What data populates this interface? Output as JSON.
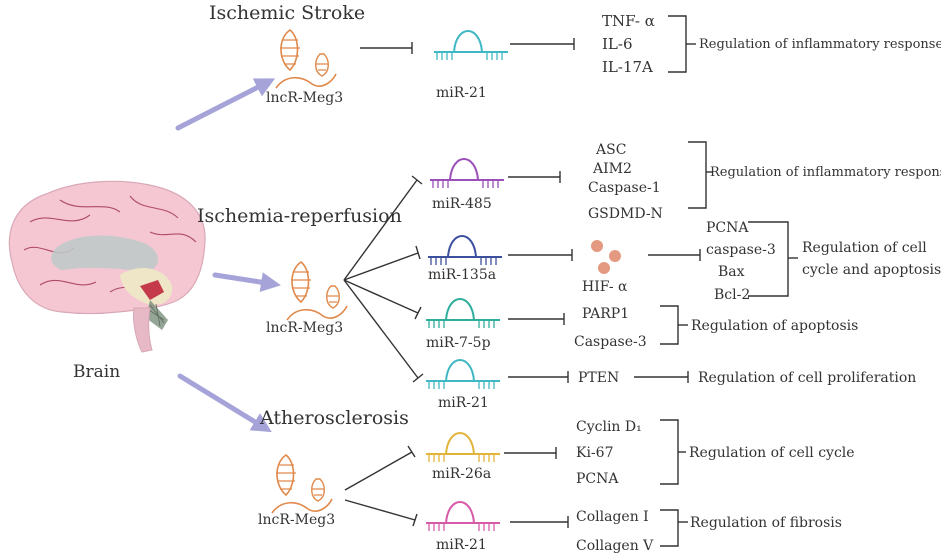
{
  "sections": {
    "stroke": "Ischemic Stroke",
    "ir": "Ischemia-reperfusion",
    "ath": "Atherosclerosis"
  },
  "brain_label": "Brain",
  "lnc": {
    "stroke": "lncR-Meg3",
    "ir": "lncR-Meg3",
    "ath": "lncR-Meg3"
  },
  "mirna": {
    "stroke": "miR-21",
    "ir_485": "miR-485",
    "ir_135a": "miR-135a",
    "ir_7_5p": "miR-7-5p",
    "ir_21": "miR-21",
    "ath_26a": "miR-26a",
    "ath_21": "miR-21"
  },
  "targets": {
    "stroke": [
      "TNF- α",
      "IL-6",
      "IL-17A"
    ],
    "ir_485": [
      "ASC",
      "AIM2",
      "Caspase-1",
      "GSDMD-N"
    ],
    "hif": "HIF- α",
    "ir_135a_down": [
      "PCNA",
      "caspase-3",
      "Bax",
      "Bcl-2"
    ],
    "ir_7_5p": [
      "PARP1",
      "Caspase-3"
    ],
    "ir_21": "PTEN",
    "ath_26a": [
      "Cyclin D₁",
      "Ki-67",
      "PCNA"
    ],
    "ath_21": [
      "Collagen I",
      "Collagen V"
    ]
  },
  "outcomes": {
    "stroke": "Regulation of inflammatory response",
    "ir_485": "Regulation of inflammatory response",
    "ir_135a": [
      "Regulation of cell",
      "cycle and  apoptosis"
    ],
    "ir_7_5p": "Regulation of apoptosis",
    "ir_21": "Regulation of cell proliferation",
    "ath_26a": "Regulation of cell cycle",
    "ath_21": "Regulation of fibrosis"
  },
  "colors": {
    "lnc": "#e0894a",
    "arrow": "#a6a3d8",
    "mir21": "#3fb8c4",
    "mir485": "#9b4fb8",
    "mir135a": "#3d4f9f",
    "mir7_5p": "#2fae9c",
    "mir26a": "#e3b43a",
    "mir21_ath": "#d65aa8",
    "hif": "#e39a80"
  }
}
